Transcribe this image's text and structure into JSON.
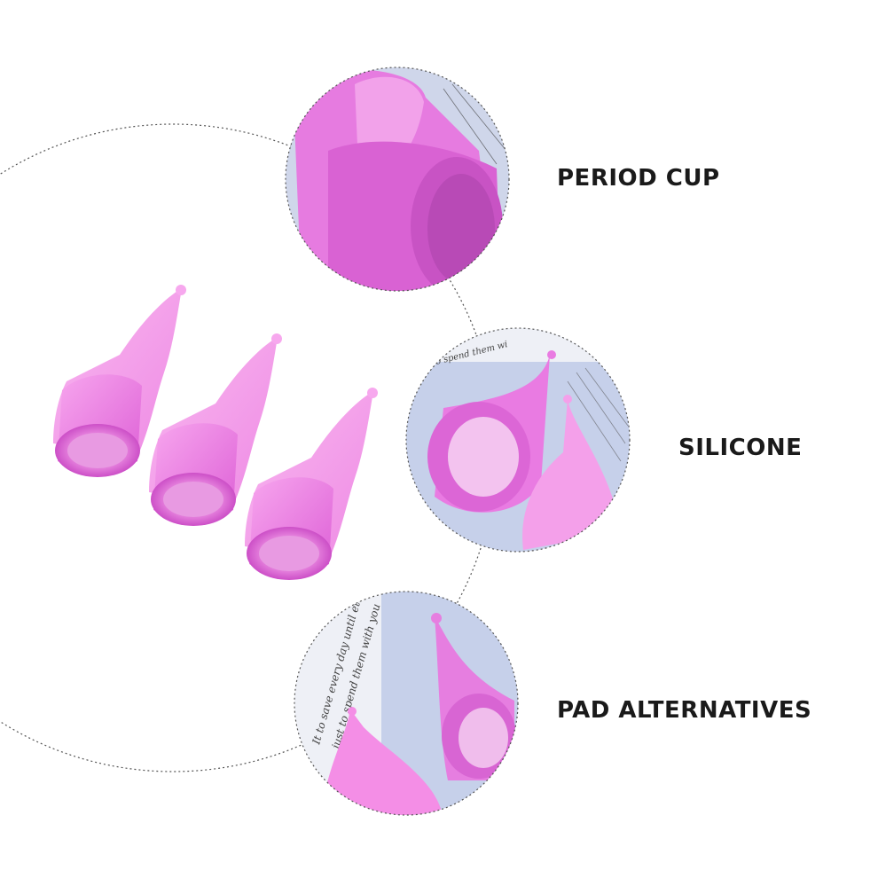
{
  "features": [
    {
      "label": "PERIOD CUP"
    },
    {
      "label": "SILICONE"
    },
    {
      "label": "PAD ALTERNATIVES"
    }
  ],
  "photo_text": {
    "line_a": "to spend them wi",
    "line_b": "It to save every day until etern",
    "line_c": "just to spend them with you"
  },
  "colors": {
    "cup_pink": "#e86fe0",
    "cup_light": "#f59ae8",
    "background_blue": "#c9d4ec",
    "label_text": "#1a1a1a"
  }
}
